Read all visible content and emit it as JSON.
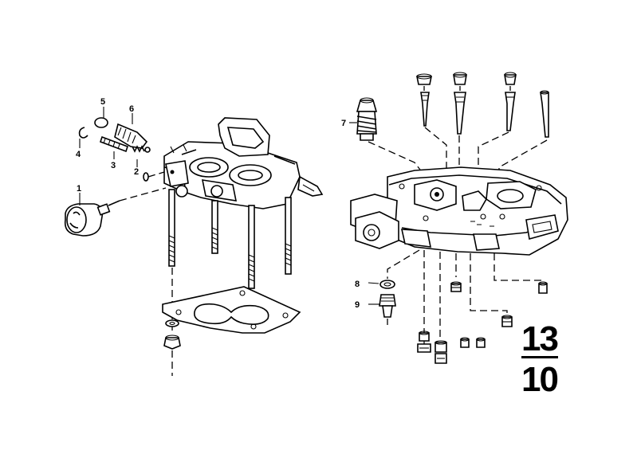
{
  "callouts": {
    "c1": "1",
    "c2": "2",
    "c3": "3",
    "c4": "4",
    "c5": "5",
    "c6": "6",
    "c7": "7",
    "c8": "8",
    "c9": "9"
  },
  "reference": {
    "numerator": "13",
    "denominator": "10"
  }
}
